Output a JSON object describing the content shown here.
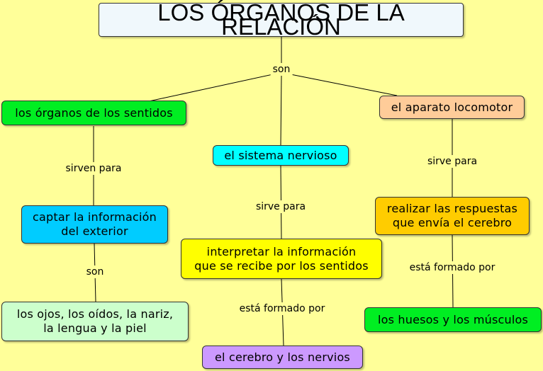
{
  "title": "LOS ÓRGANOS DE LA RELACIÓN",
  "links": {
    "top": "son",
    "senses_purpose": "sirven para",
    "senses_parts": "son",
    "nervous_purpose": "sirve para",
    "nervous_parts": "está formado por",
    "loco_purpose": "sirve para",
    "loco_parts": "está formado por"
  },
  "nodes": {
    "senses": "los órganos de los sentidos",
    "nervous": "el sistema nervioso",
    "loco": "el aparato locomotor",
    "capture_line1": "captar la información",
    "capture_line2": "del exterior",
    "interpret_line1": "interpretar la información",
    "interpret_line2": "que se recibe por los sentidos",
    "respond_line1": "realizar las respuestas",
    "respond_line2": "que envía el cerebro",
    "organs_line1": "los ojos, los oídos, la nariz,",
    "organs_line2": "la lengua y la piel",
    "brain": "el cerebro y los nervios",
    "bones": "los huesos y los músculos"
  },
  "colors": {
    "background": "#ffff99",
    "title": "#f0f8fc",
    "green": "#00ee22",
    "cyan": "#00ffff",
    "peach": "#ffcc99",
    "blue": "#00ccff",
    "yellow": "#ffff00",
    "orange": "#ffcc00",
    "mint": "#ccffcc",
    "purple": "#cc99ff"
  }
}
